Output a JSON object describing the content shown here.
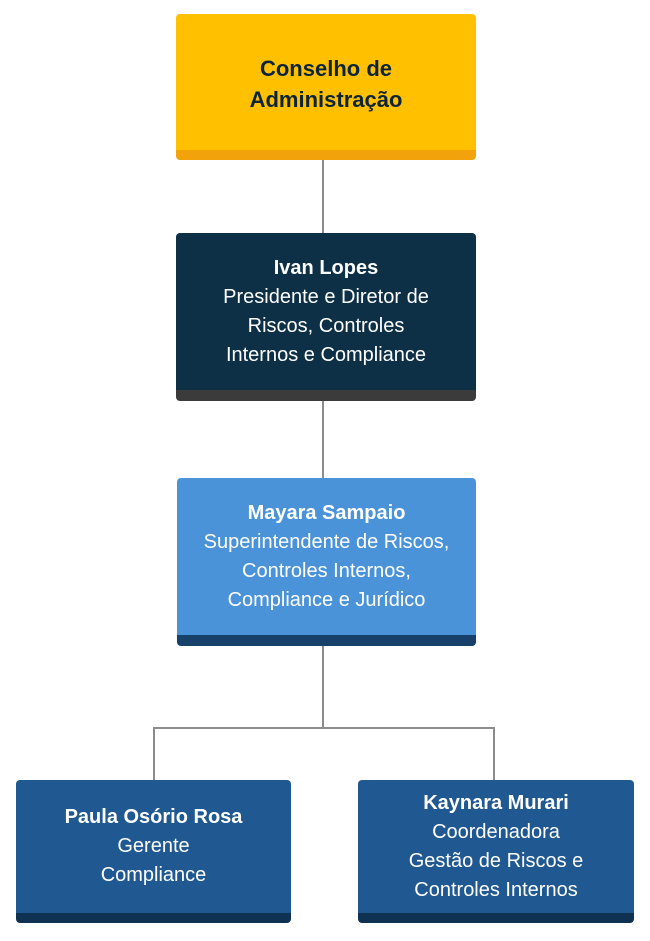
{
  "org_chart": {
    "board": {
      "lines": [
        "Conselho de",
        "Administração"
      ]
    },
    "president": {
      "name": "Ivan Lopes",
      "role_lines": [
        "Presidente e Diretor de",
        "Riscos, Controles",
        "Internos e Compliance"
      ]
    },
    "superintendent": {
      "name": "Mayara Sampaio",
      "role_lines": [
        "Superintendente de Riscos,",
        "Controles Internos,",
        "Compliance e Jurídico"
      ]
    },
    "manager": {
      "name": "Paula Osório Rosa",
      "role_lines": [
        "Gerente",
        "Compliance"
      ]
    },
    "coordinator": {
      "name": "Kaynara Murari",
      "role_lines": [
        "Coordenadora",
        "Gestão de Riscos e",
        "Controles Internos"
      ]
    }
  },
  "colors": {
    "board_fill": "#ffc000",
    "president_fill": "#0d3047",
    "superintendent_fill": "#4b93d8",
    "team_fill": "#205891",
    "connector": "#8c8c8c"
  }
}
